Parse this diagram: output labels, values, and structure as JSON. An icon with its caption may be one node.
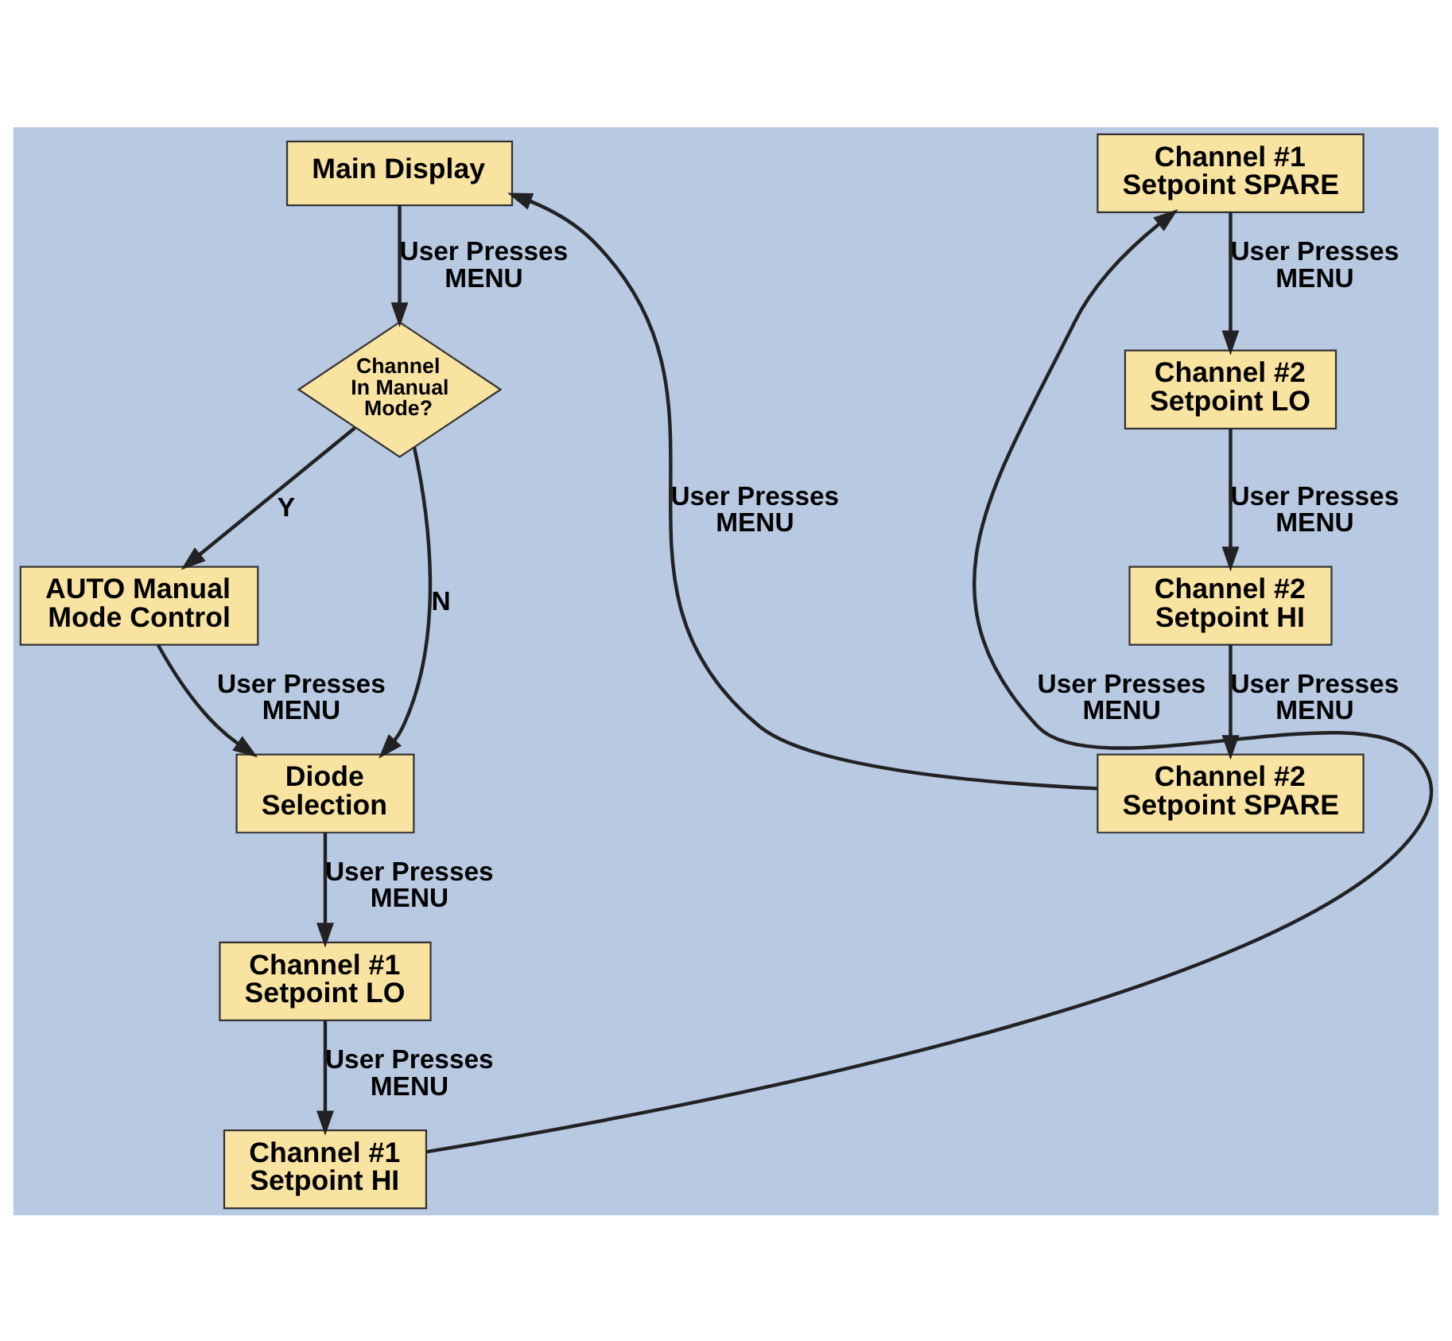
{
  "diagram": {
    "nodes": [
      {
        "text": [
          "Main Display"
        ]
      },
      {
        "text": [
          "Channel In Manual Mode?"
        ]
      },
      {
        "text": [
          "AUTO Manual Mode Control"
        ]
      },
      {
        "text": [
          "Diode Selection"
        ]
      },
      {
        "text": [
          "Channel #1 Setpoint LO"
        ]
      },
      {
        "text": [
          "Channel #1 Setpoint HI"
        ]
      },
      {
        "text": [
          "Channel #1 Setpoint SPARE"
        ]
      },
      {
        "text": [
          "Channel #2 Setpoint LO"
        ]
      },
      {
        "text": [
          "Channel #2 Setpoint HI"
        ]
      },
      {
        "text": [
          "Channel #2 Setpoint SPARE"
        ]
      }
    ],
    "edges": [
      {
        "from": 0,
        "to": 1,
        "arrow": "to",
        "label": "User Presses MENU"
      },
      {
        "from": 1,
        "to": 2,
        "arrow": "to",
        "label": "Y"
      },
      {
        "from": 1,
        "to": 3,
        "arrow": "to",
        "label": "N"
      },
      {
        "from": 2,
        "to": 3,
        "arrow": "to",
        "label": "User Presses MENU"
      },
      {
        "from": 3,
        "to": 4,
        "arrow": "to",
        "label": "User Presses MENU"
      },
      {
        "from": 4,
        "to": 5,
        "arrow": "to",
        "label": "User Presses MENU"
      },
      {
        "from": 5,
        "to": 6,
        "arrow": "to",
        "label": "User Presses MENU"
      },
      {
        "from": 6,
        "to": 7,
        "arrow": "to",
        "label": "User Presses MENU"
      },
      {
        "from": 7,
        "to": 8,
        "arrow": "to",
        "label": "User Presses MENU"
      },
      {
        "from": 8,
        "to": 9,
        "arrow": "to",
        "label": "User Presses MENU"
      },
      {
        "from": 9,
        "to": 0,
        "arrow": "to",
        "label": "User Presses MENU"
      }
    ]
  }
}
